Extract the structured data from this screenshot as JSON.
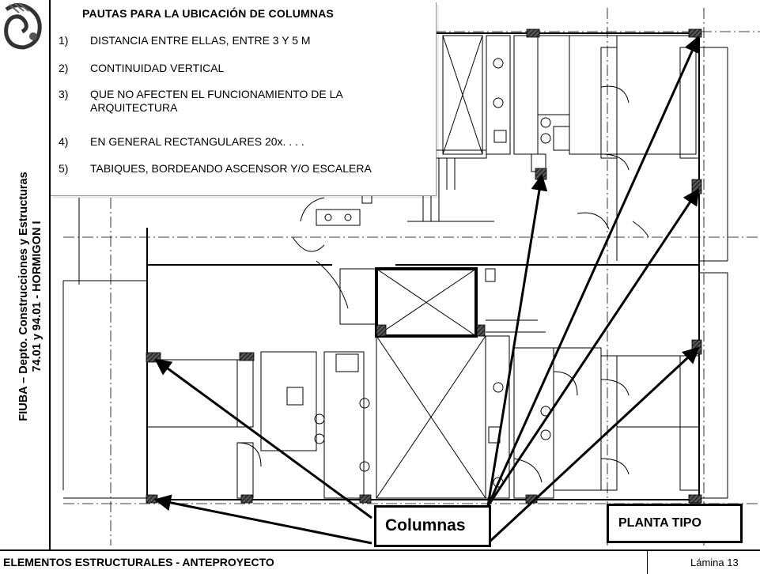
{
  "sidebar": {
    "line1": "FIUBA – Depto. Construcciones y Estructuras",
    "line2": "74.01  y  94.01  -  HORMIGON I"
  },
  "guidelines": {
    "title": "PAUTAS PARA LA UBICACIÓN DE COLUMNAS",
    "items": [
      {
        "num": "1)",
        "text": "DISTANCIA ENTRE ELLAS, ENTRE 3 Y 5 M"
      },
      {
        "num": "2)",
        "text": "CONTINUIDAD VERTICAL"
      },
      {
        "num": "3)",
        "text": "QUE NO AFECTEN EL FUNCIONAMIENTO DE LA ARQUITECTURA"
      },
      {
        "num": "4)",
        "text": "EN GENERAL RECTANGULARES 20x. . . ."
      },
      {
        "num": "5)",
        "text": "TABIQUES, BORDEANDO ASCENSOR Y/O ESCALERA"
      }
    ]
  },
  "labels": {
    "columnas": "Columnas",
    "planta": "PLANTA TIPO"
  },
  "footer": {
    "title": "ELEMENTOS ESTRUCTURALES - ANTEPROYECTO",
    "sheet": "Lámina  13"
  },
  "colors": {
    "line": "#000000",
    "column_hatch": "#333333"
  }
}
